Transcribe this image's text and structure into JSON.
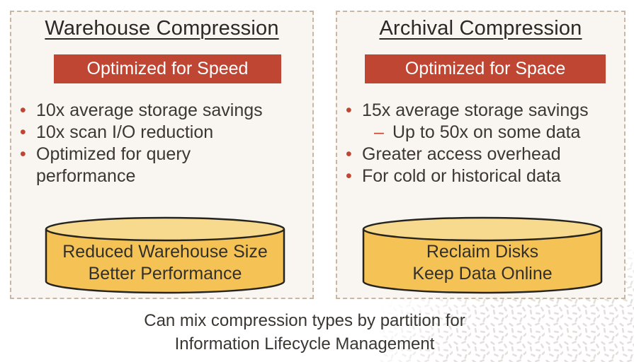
{
  "page": {
    "caption_line1": "Can mix compression types by partition for",
    "caption_line2": "Information Lifecycle Management"
  },
  "colors": {
    "accent_red": "#c04634",
    "panel_background": "#f9f6f1",
    "panel_border": "#c9b7a6",
    "cylinder_body": "#f5c355",
    "cylinder_top": "#f8da8f",
    "cylinder_outline": "#262420",
    "text_dark": "#3a3632",
    "watermark_gray": "#e3e0dc"
  },
  "panels": [
    {
      "title": "Warehouse Compression",
      "badge": "Optimized for Speed",
      "bullets": [
        {
          "text": "10x average storage savings"
        },
        {
          "text": "10x scan I/O reduction"
        },
        {
          "text": "Optimized for query\nperformance"
        }
      ],
      "cylinder_line1": "Reduced Warehouse Size",
      "cylinder_line2": "Better Performance"
    },
    {
      "title": "Archival Compression",
      "badge": "Optimized for Space",
      "bullets": [
        {
          "text": "15x average storage savings"
        },
        {
          "text": "Up to 50x on some data"
        },
        {
          "text": "Greater access overhead"
        },
        {
          "text": "For cold or historical data"
        }
      ],
      "cylinder_line1": "Reclaim Disks",
      "cylinder_line2": "Keep Data Online"
    }
  ]
}
